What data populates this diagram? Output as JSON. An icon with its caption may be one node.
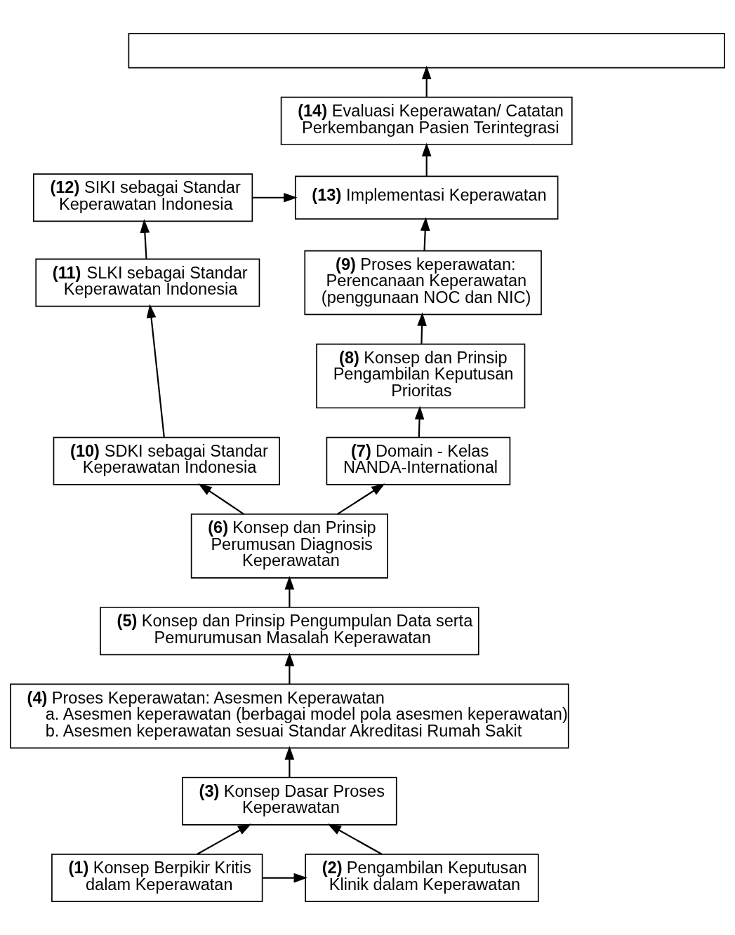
{
  "diagram": {
    "nodes": [
      {
        "text": [],
        "shape": "box"
      },
      {
        "text": [
          "**(14)** Evaluasi Keperawatan/ Catatan Perkembangan Pasien Terintegrasi"
        ]
      },
      {
        "text": [
          "**(12)** SIKI sebagai Standar Keperawatan Indonesia"
        ]
      },
      {
        "text": [
          "**(13)** Implementasi Keperawatan"
        ]
      },
      {
        "text": [
          "**(11)** SLKI sebagai Standar Keperawatan Indonesia"
        ]
      },
      {
        "text": [
          "**(9)** Proses keperawatan: Perencanaan Keperawatan (penggunaan NOC dan NIC)"
        ]
      },
      {
        "text": [
          "**(10)** SDKI sebagai Standar Keperawatan Indonesia"
        ]
      },
      {
        "text": [
          "**(8)** Konsep dan Prinsip Pengambilan Keputusan Prioritas"
        ]
      },
      {
        "text": [
          "**(7)** Domain - Kelas NANDA-International"
        ]
      },
      {
        "text": [
          "**(6)** Konsep dan Prinsip Perumusan Diagnosis Keperawatan"
        ]
      },
      {
        "text": [
          "**(5)** Konsep dan Prinsip Pengumpulan Data serta Pemurumusan Masalah Keperawatan"
        ]
      },
      {
        "text": [
          "**(4)** Proses Keperawatan: Asesmen Keperawatan",
          "a. Asesmen keperawatan (berbagai model pola asesmen keperawatan)",
          "b. Asesmen keperawatan sesuai Standar Akreditasi Rumah Sakit"
        ]
      },
      {
        "text": [
          "**(3)** Konsep Dasar Proses Keperawatan"
        ]
      },
      {
        "text": [
          "**(1)** Konsep Berpikir Kritis dalam Keperawatan"
        ]
      },
      {
        "text": [
          "**(2)** Pengambilan Keputusan Klinik dalam Keperawatan"
        ]
      }
    ],
    "edges": [
      {
        "from": 13,
        "to": 12,
        "arrow": "to"
      },
      {
        "from": 14,
        "to": 12,
        "arrow": "to"
      },
      {
        "from": 13,
        "to": 14,
        "arrow": "to"
      },
      {
        "from": 12,
        "to": 11,
        "arrow": "to"
      },
      {
        "from": 11,
        "to": 10,
        "arrow": "to"
      },
      {
        "from": 10,
        "to": 9,
        "arrow": "to"
      },
      {
        "from": 9,
        "to": 8,
        "arrow": "to"
      },
      {
        "from": 9,
        "to": 6,
        "arrow": "to"
      },
      {
        "from": 8,
        "to": 7,
        "arrow": "to"
      },
      {
        "from": 7,
        "to": 5,
        "arrow": "to"
      },
      {
        "from": 5,
        "to": 3,
        "arrow": "to"
      },
      {
        "from": 6,
        "to": 4,
        "arrow": "to"
      },
      {
        "from": 4,
        "to": 2,
        "arrow": "to"
      },
      {
        "from": 2,
        "to": 3,
        "arrow": "to"
      },
      {
        "from": 3,
        "to": 1,
        "arrow": "to"
      },
      {
        "from": 1,
        "to": 0,
        "arrow": "to"
      }
    ]
  }
}
